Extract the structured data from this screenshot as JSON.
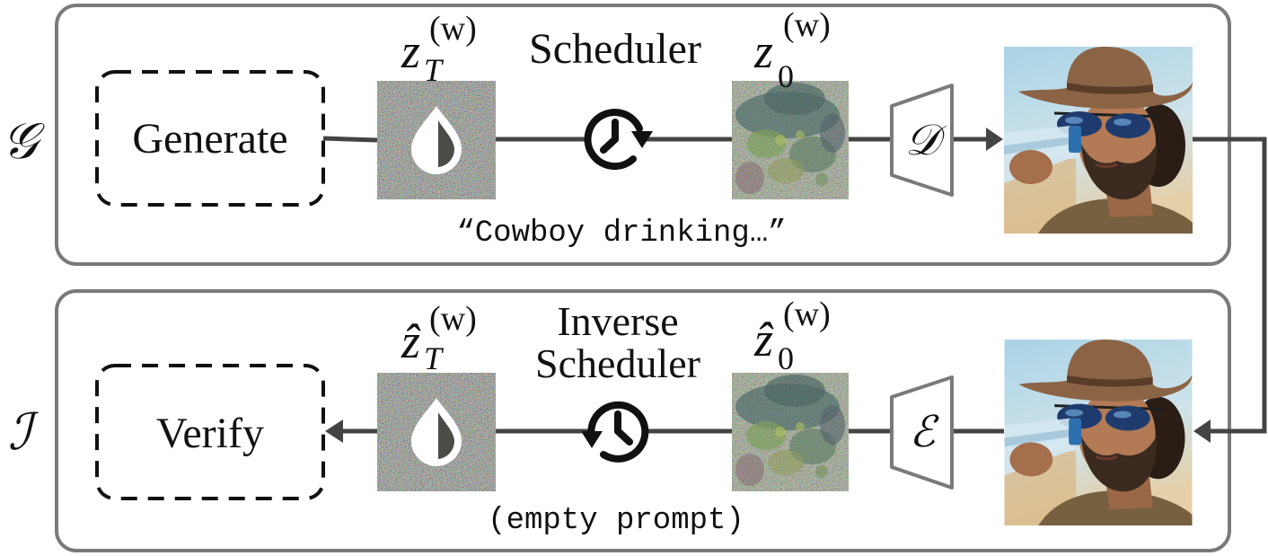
{
  "generation_row": {
    "label": "𝒢",
    "action": "Generate",
    "scheduler": "Scheduler",
    "prompt": "“Cowboy drinking…”",
    "autoencoder": "𝒟",
    "latent_start": {
      "base": "z",
      "sub": "T",
      "sup": "(w)"
    },
    "latent_end": {
      "base": "z",
      "sub": "0",
      "sup": "(w)"
    }
  },
  "inversion_row": {
    "label": "ℐ",
    "action": "Verify",
    "scheduler_line1": "Inverse",
    "scheduler_line2": "Scheduler",
    "prompt": "(empty prompt)",
    "autoencoder": "ℰ",
    "latent_start": {
      "base": "ẑ",
      "sub": "T",
      "sup": "(w)"
    },
    "latent_end": {
      "base": "ẑ",
      "sub": "0",
      "sup": "(w)"
    }
  },
  "icons": {
    "watermark": "half-filled-drop-icon",
    "forward_scheduler": "clock-forward-icon",
    "inverse_scheduler": "clock-reverse-icon"
  },
  "colors": {
    "panel_border": "#7a7a7a",
    "connector": "#444444",
    "dashed_box": "#111111"
  }
}
